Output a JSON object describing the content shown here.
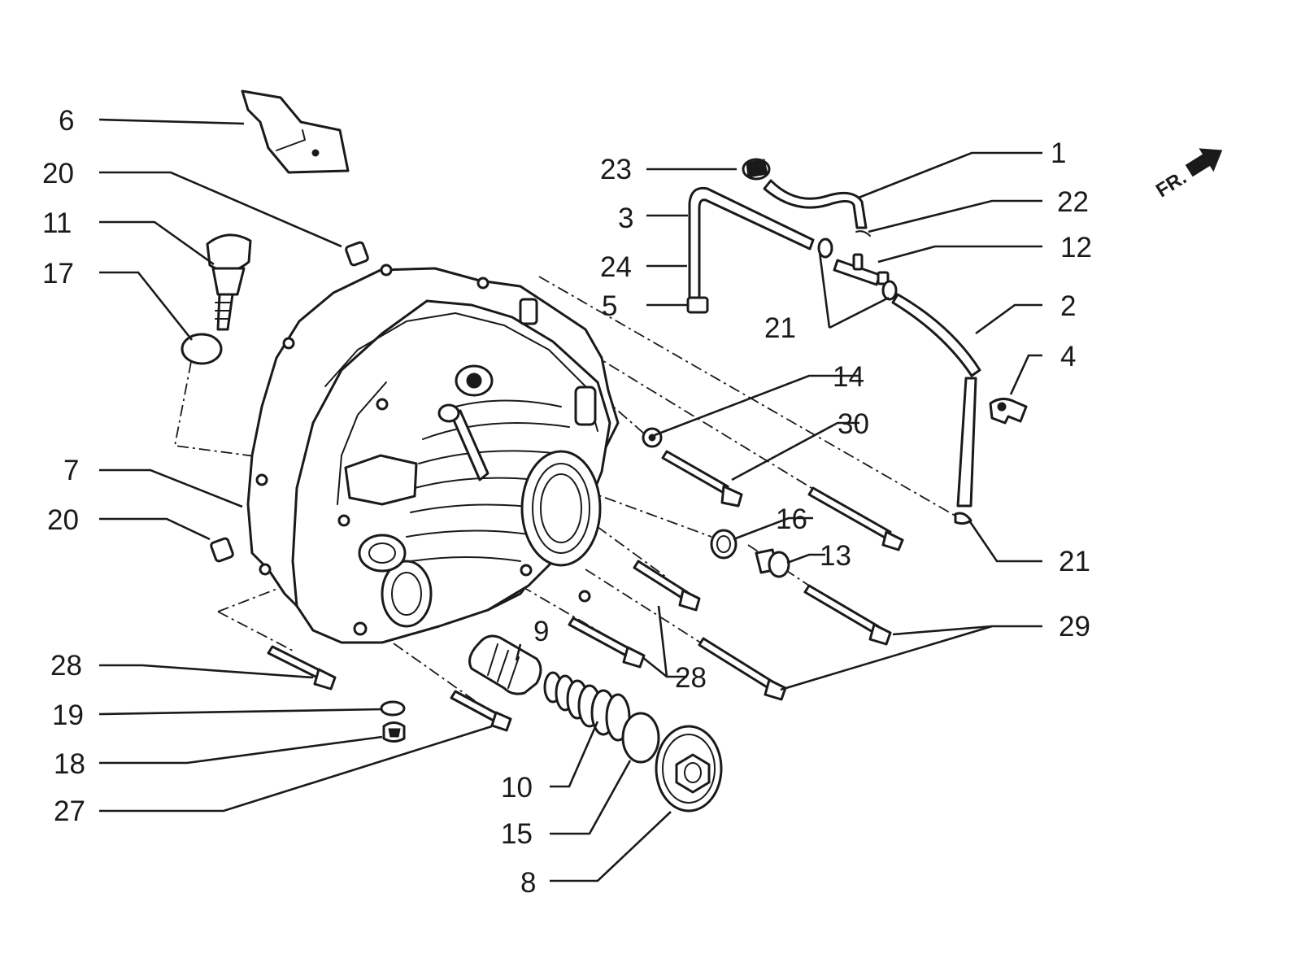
{
  "labels": {
    "p1": "1",
    "p2": "2",
    "p3": "3",
    "p4": "4",
    "p5": "5",
    "p6": "6",
    "p7": "7",
    "p8": "8",
    "p9": "9",
    "p10": "10",
    "p11": "11",
    "p12": "12",
    "p13": "13",
    "p14": "14",
    "p15": "15",
    "p16": "16",
    "p17": "17",
    "p18": "18",
    "p19": "19",
    "p20a": "20",
    "p20b": "20",
    "p21a": "21",
    "p21b": "21",
    "p22": "22",
    "p23": "23",
    "p24": "24",
    "p27": "27",
    "p28a": "28",
    "p28b": "28",
    "p29": "29",
    "p30": "30"
  },
  "direction_marker": "FR."
}
